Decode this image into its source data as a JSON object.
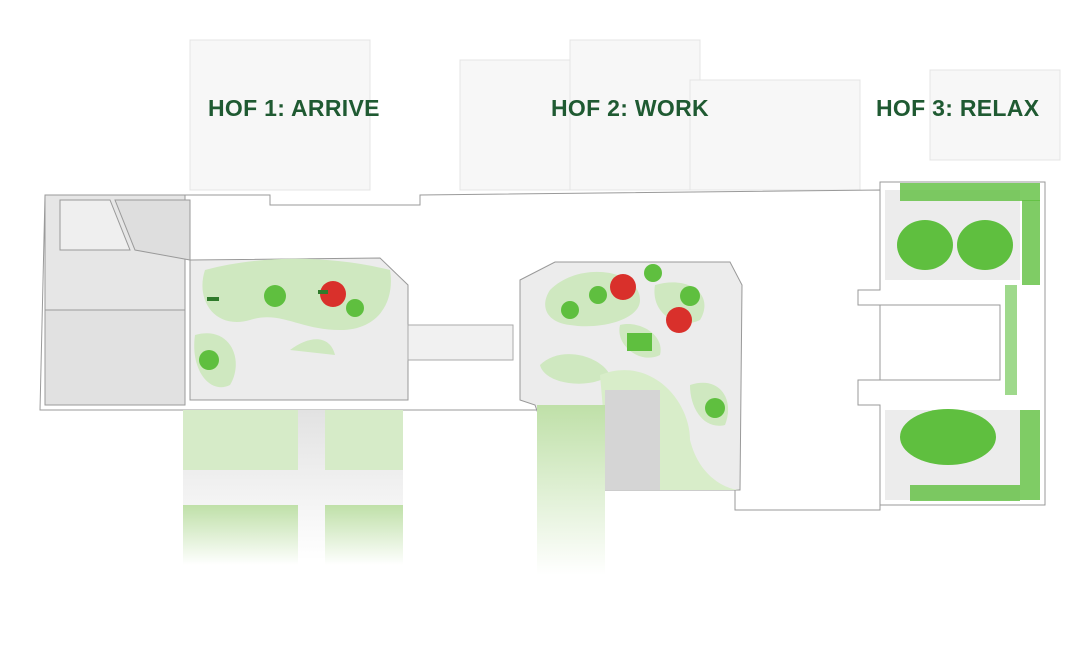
{
  "colors": {
    "label": "#1f5a32",
    "green": "#5fbf3f",
    "light_green": "#cfe8c0",
    "umbrella": "#d9302b",
    "ground": "#ececec"
  },
  "courtyards": [
    {
      "label": "HOF 1: ARRIVE"
    },
    {
      "label": "HOF 2: WORK"
    },
    {
      "label": "HOF 3: RELAX"
    }
  ]
}
